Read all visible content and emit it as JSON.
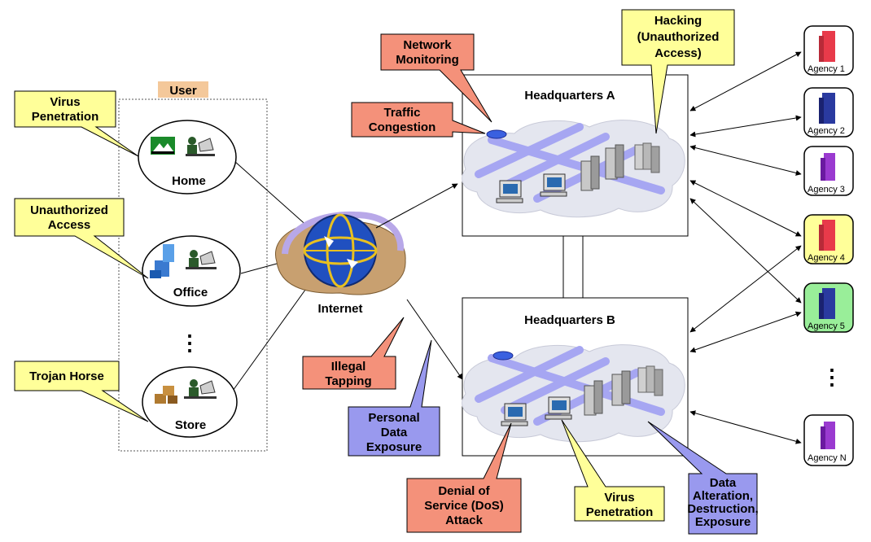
{
  "user_group": {
    "title": "User",
    "ellipsis": "⋮"
  },
  "nodes": {
    "home": "Home",
    "office": "Office",
    "store": "Store",
    "internet": "Internet",
    "hq_a": "Headquarters A",
    "hq_b": "Headquarters B"
  },
  "agencies": {
    "items": [
      "Agency 1",
      "Agency 2",
      "Agency 3",
      "Agency 4",
      "Agency 5",
      "Agency N"
    ],
    "ellipsis": "⋮"
  },
  "threats": {
    "virus_penetration_user": [
      "Virus",
      "Penetration"
    ],
    "unauthorized_access": [
      "Unauthorized",
      "Access"
    ],
    "trojan_horse": [
      "Trojan Horse"
    ],
    "network_monitoring": [
      "Network",
      "Monitoring"
    ],
    "traffic_congestion": [
      "Traffic",
      "Congestion"
    ],
    "hacking": [
      "Hacking",
      "(Unauthorized",
      "Access)"
    ],
    "illegal_tapping": [
      "Illegal",
      "Tapping"
    ],
    "personal_data_exposure": [
      "Personal",
      "Data",
      "Exposure"
    ],
    "dos_attack": [
      "Denial of",
      "Service (DoS)",
      "Attack"
    ],
    "virus_penetration_hq": [
      "Virus",
      "Penetration"
    ],
    "data_alteration": [
      "Data",
      "Alteration,",
      "Destruction,",
      "Exposure"
    ]
  },
  "colors": {
    "yellow": "#ffff99",
    "salmon": "#f4917a",
    "lavender": "#9999ee",
    "cloud": "#e4e6ef",
    "lan": "#a6a6f2",
    "user_title_bg": "#f4c89a",
    "agency_white": "#ffffff",
    "agency_yellow": "#ffff99",
    "agency_green": "#99ee99"
  }
}
